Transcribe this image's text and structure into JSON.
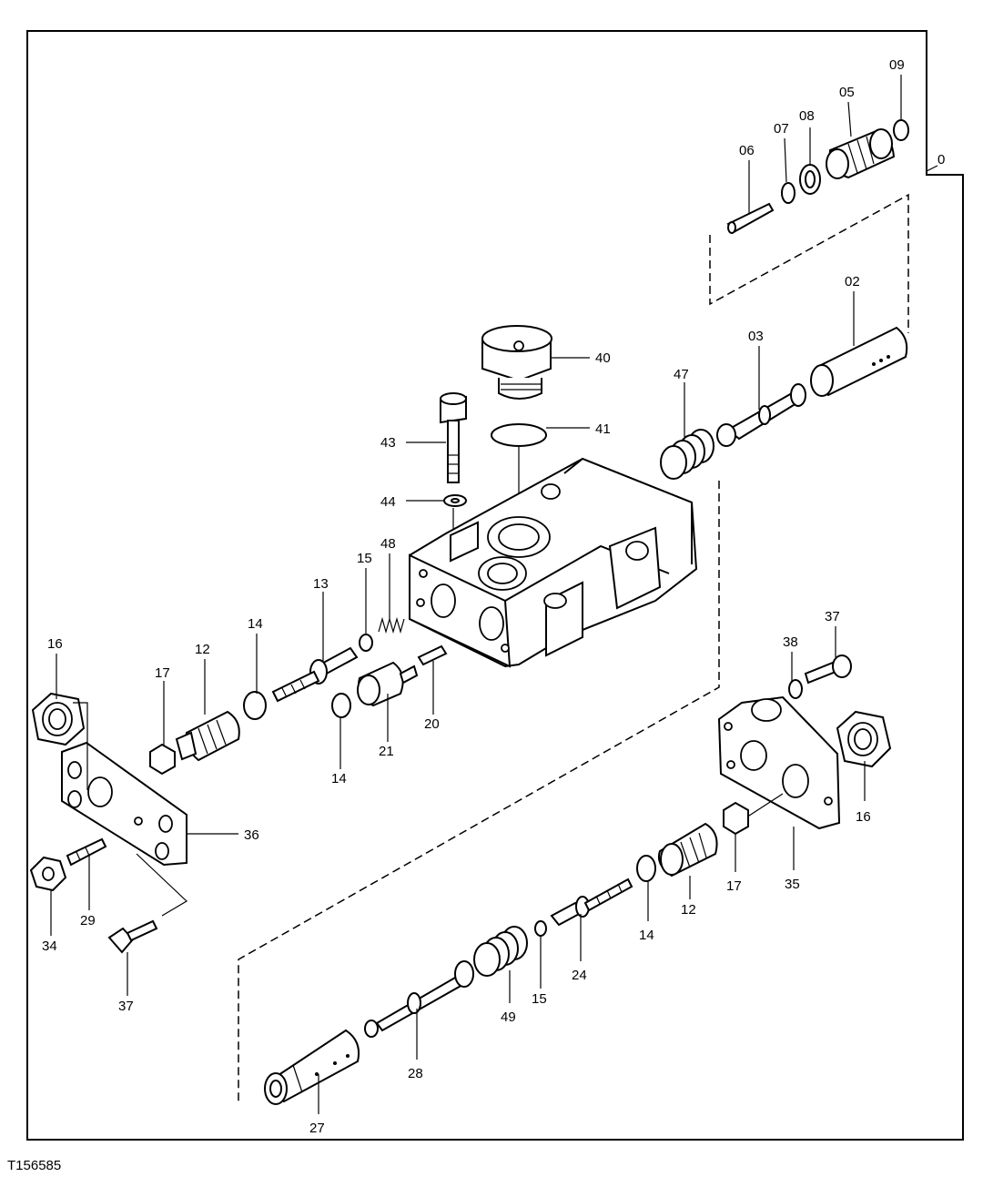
{
  "figure_ref": "T156585",
  "labels": {
    "l00": "0",
    "l09": "09",
    "l05": "05",
    "l08": "08",
    "l07": "07",
    "l06": "06",
    "l02": "02",
    "l03": "03",
    "l47": "47",
    "l40": "40",
    "l41": "41",
    "l43": "43",
    "l44": "44",
    "l48": "48",
    "l15a": "15",
    "l13": "13",
    "l14a": "14",
    "l12a": "12",
    "l16a": "16",
    "l17a": "17",
    "l14b": "14",
    "l21": "21",
    "l20": "20",
    "l36": "36",
    "l29": "29",
    "l34": "34",
    "l37a": "37",
    "l37b": "37",
    "l38": "38",
    "l16b": "16",
    "l35": "35",
    "l17b": "17",
    "l12b": "12",
    "l14c": "14",
    "l24": "24",
    "l15b": "15",
    "l49": "49",
    "l28": "28",
    "l27": "27"
  }
}
